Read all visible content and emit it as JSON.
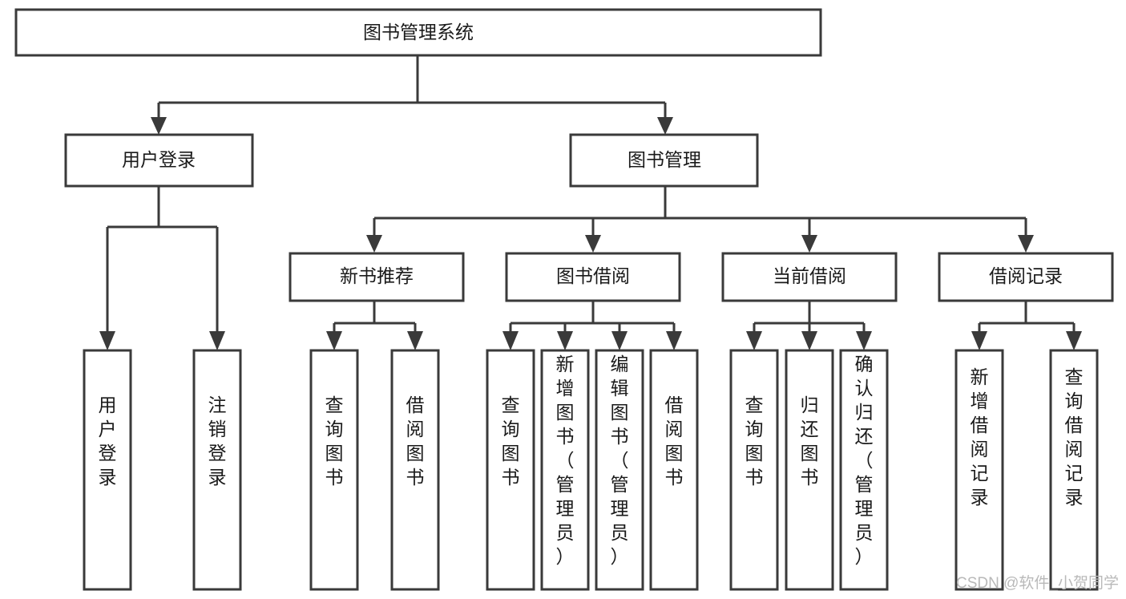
{
  "diagram": {
    "type": "tree-hierarchy",
    "title": "图书管理系统",
    "root": {
      "id": "root",
      "label": "图书管理系统",
      "level": 0
    },
    "level2": [
      {
        "id": "user-login",
        "label": "用户登录"
      },
      {
        "id": "book-management",
        "label": "图书管理"
      }
    ],
    "level3": [
      {
        "id": "new-book-recommend",
        "label": "新书推荐",
        "parent": "book-management"
      },
      {
        "id": "book-borrow",
        "label": "图书借阅",
        "parent": "book-management"
      },
      {
        "id": "current-borrow",
        "label": "当前借阅",
        "parent": "book-management"
      },
      {
        "id": "borrow-record",
        "label": "借阅记录",
        "parent": "book-management"
      }
    ],
    "leaves": {
      "user-login": [
        {
          "id": "leaf-user-login",
          "label": "用户登录"
        },
        {
          "id": "leaf-logout",
          "label": "注销登录"
        }
      ],
      "new-book-recommend": [
        {
          "id": "leaf-query-book-1",
          "label": "查询图书"
        },
        {
          "id": "leaf-borrow-book-1",
          "label": "借阅图书"
        }
      ],
      "book-borrow": [
        {
          "id": "leaf-query-book-2",
          "label": "查询图书"
        },
        {
          "id": "leaf-add-book",
          "label": "新增图书（管理员）"
        },
        {
          "id": "leaf-edit-book",
          "label": "编辑图书（管理员）"
        },
        {
          "id": "leaf-borrow-book-2",
          "label": "借阅图书"
        }
      ],
      "current-borrow": [
        {
          "id": "leaf-query-book-3",
          "label": "查询图书"
        },
        {
          "id": "leaf-return-book",
          "label": "归还图书"
        },
        {
          "id": "leaf-confirm-return",
          "label": "确认归还（管理员）"
        }
      ],
      "borrow-record": [
        {
          "id": "leaf-add-record",
          "label": "新增借阅记录"
        },
        {
          "id": "leaf-query-record",
          "label": "查询借阅记录"
        }
      ]
    }
  },
  "watermark": {
    "text": "CSDN @软件_小贺同学"
  },
  "colors": {
    "stroke": "#3a3a3a",
    "box_fill": "#ffffff",
    "text": "#1a1a1a",
    "background": "#ffffff",
    "watermark": "#b9b9b9"
  }
}
